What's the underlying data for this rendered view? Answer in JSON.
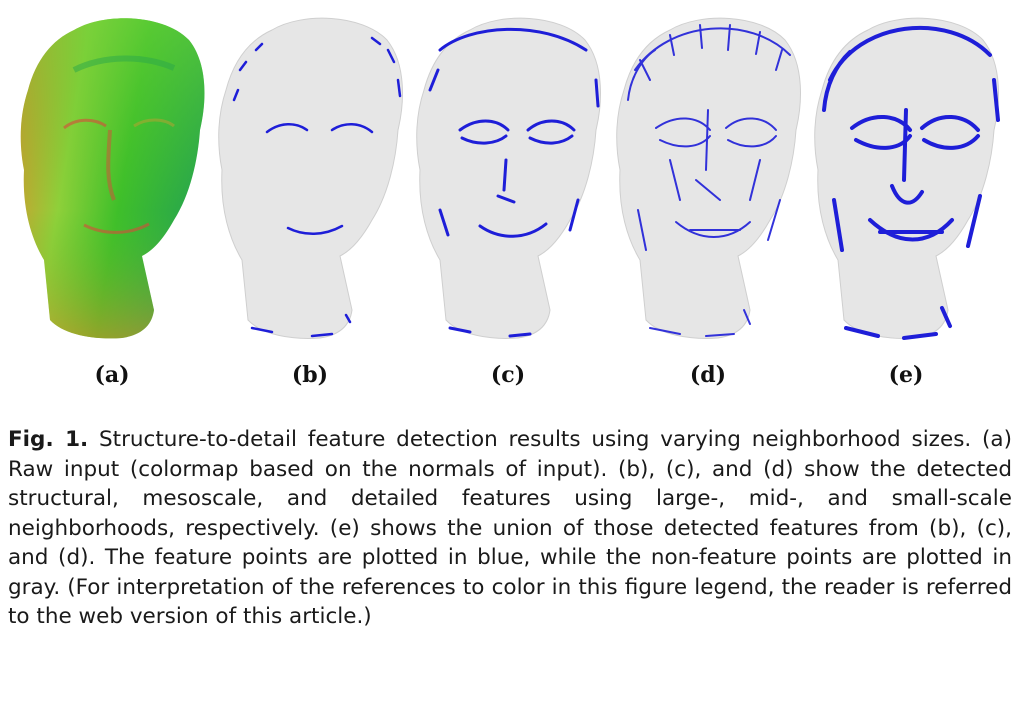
{
  "figure": {
    "panels": [
      {
        "id": "a",
        "label": "(a)",
        "render": "normal-colormap"
      },
      {
        "id": "b",
        "label": "(b)",
        "render": "features-large"
      },
      {
        "id": "c",
        "label": "(c)",
        "render": "features-mid"
      },
      {
        "id": "d",
        "label": "(d)",
        "render": "features-small"
      },
      {
        "id": "e",
        "label": "(e)",
        "render": "features-union"
      }
    ],
    "colors": {
      "feature_points": "#1e1ed8",
      "non_feature_points": "#e6e6e6",
      "normal_map_green": "#4cc52a",
      "normal_map_orange": "#e8882a",
      "normal_map_red": "#d84a3a"
    }
  },
  "caption": {
    "label": "Fig. 1.",
    "text": " Structure-to-detail feature detection results using varying neighborhood sizes. (a) Raw input (colormap based on the normals of input). (b), (c), and (d) show the detected structural, mesoscale, and detailed features using large-, mid-, and small-scale neighborhoods, respectively. (e) shows the union of those detected features from (b), (c), and (d). The feature points are plotted in blue, while the non-feature points are plotted in gray. (For interpretation of the references to color in this figure legend, the reader is referred to the web version of this article.)"
  }
}
